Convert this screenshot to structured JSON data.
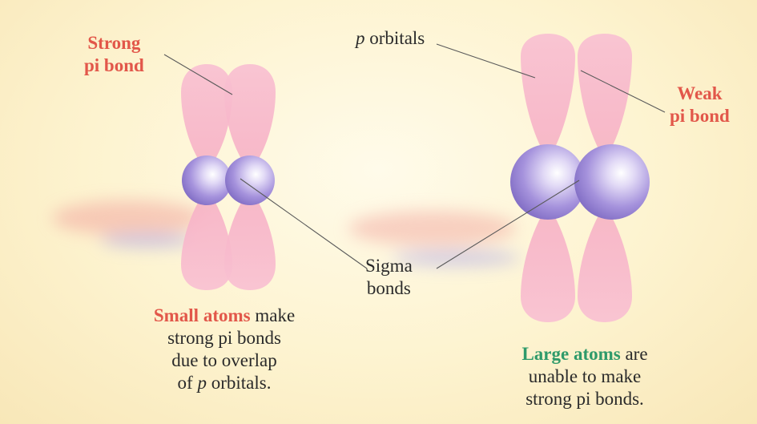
{
  "left_diagram": {
    "strong_pi_bond_label": [
      "Strong",
      "pi bond"
    ],
    "caption": {
      "highlight": "Small atoms",
      "rest_first_line": "make",
      "lines": [
        "strong pi bonds",
        "due to overlap"
      ],
      "last_line_prefix": "of ",
      "last_line_italic": "p",
      "last_line_suffix": " orbitals."
    }
  },
  "right_diagram": {
    "p_orbitals_label": {
      "italic": "p",
      "rest": " orbitals"
    },
    "weak_pi_bond_label": [
      "Weak",
      "pi bond"
    ],
    "caption": {
      "highlight": "Large atoms",
      "rest_first_line": "are",
      "lines": [
        "unable to make",
        "strong pi bonds."
      ]
    }
  },
  "sigma_bonds_label": [
    "Sigma",
    "bonds"
  ],
  "colors": {
    "highlight_red": "#e2574a",
    "highlight_green": "#2e9a6a",
    "orbital_pink": "#f7a9c0",
    "atom_purple": "#9b86d6",
    "background": "#fdf3cf"
  }
}
